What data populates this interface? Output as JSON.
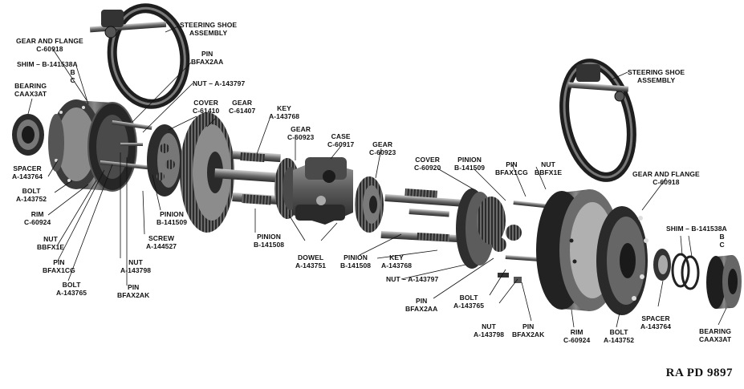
{
  "figure_ref": "RA PD 9897",
  "labels": [
    {
      "id": "steer-shoe-l",
      "lines": [
        "STEERING SHOE",
        "ASSEMBLY"
      ]
    },
    {
      "id": "gear-flange-l",
      "lines": [
        "GEAR AND FLANGE",
        "C-60918"
      ]
    },
    {
      "id": "shim-l",
      "lines": [
        "SHIM – B-141538A",
        "B",
        "C"
      ]
    },
    {
      "id": "bearing-l",
      "lines": [
        "BEARING",
        "CAAX3AT"
      ]
    },
    {
      "id": "pin-bfax2aa-l",
      "lines": [
        "PIN",
        "BFAX2AA"
      ]
    },
    {
      "id": "nut-143797-l",
      "lines": [
        "NUT – A-143797"
      ]
    },
    {
      "id": "cover-61410",
      "lines": [
        "COVER",
        "C-61410"
      ]
    },
    {
      "id": "gear-61407",
      "lines": [
        "GEAR",
        "C-61407"
      ]
    },
    {
      "id": "key-l",
      "lines": [
        "KEY",
        "A-143768"
      ]
    },
    {
      "id": "gear-60923-a",
      "lines": [
        "GEAR",
        "C-60923"
      ]
    },
    {
      "id": "case",
      "lines": [
        "CASE",
        "C-60917"
      ]
    },
    {
      "id": "gear-60923-b",
      "lines": [
        "GEAR",
        "C-60923"
      ]
    },
    {
      "id": "spacer-l",
      "lines": [
        "SPACER",
        "A-143764"
      ]
    },
    {
      "id": "bolt-143752-l",
      "lines": [
        "BOLT",
        "A-143752"
      ]
    },
    {
      "id": "rim-l",
      "lines": [
        "RIM",
        "C-60924"
      ]
    },
    {
      "id": "nut-bbfx1e-l",
      "lines": [
        "NUT",
        "BBFX1E"
      ]
    },
    {
      "id": "pin-bfax1cg-l",
      "lines": [
        "PIN",
        "BFAX1CG"
      ]
    },
    {
      "id": "bolt-143765-l",
      "lines": [
        "BOLT",
        "A-143765"
      ]
    },
    {
      "id": "nut-143798-l",
      "lines": [
        "NUT",
        "A-143798"
      ]
    },
    {
      "id": "pin-bfax2ak-l",
      "lines": [
        "PIN",
        "BFAX2AK"
      ]
    },
    {
      "id": "pinion-141509-l",
      "lines": [
        "PINION",
        "B-141509"
      ]
    },
    {
      "id": "screw",
      "lines": [
        "SCREW",
        "A-144527"
      ]
    },
    {
      "id": "pinion-141508-a",
      "lines": [
        "PINION",
        "B-141508"
      ]
    },
    {
      "id": "dowel",
      "lines": [
        "DOWEL",
        "A-143751"
      ]
    },
    {
      "id": "pinion-141508-b",
      "lines": [
        "PINION",
        "B-141508"
      ]
    },
    {
      "id": "key-r",
      "lines": [
        "KEY",
        "A-143768"
      ]
    },
    {
      "id": "nut-143797-r",
      "lines": [
        "NUT – A-143797"
      ]
    },
    {
      "id": "cover-60920",
      "lines": [
        "COVER",
        "C-60920"
      ]
    },
    {
      "id": "pinion-141509-r",
      "lines": [
        "PINION",
        "B-141509"
      ]
    },
    {
      "id": "pin-bfax1cg-r",
      "lines": [
        "PIN",
        "BFAX1CG"
      ]
    },
    {
      "id": "nut-bbfx1e-r",
      "lines": [
        "NUT",
        "BBFX1E"
      ]
    },
    {
      "id": "steer-shoe-r",
      "lines": [
        "STEERING SHOE",
        "ASSEMBLY"
      ]
    },
    {
      "id": "gear-flange-r",
      "lines": [
        "GEAR AND FLANGE",
        "C-60918"
      ]
    },
    {
      "id": "shim-r",
      "lines": [
        "SHIM – B-141538A",
        "B",
        "C"
      ]
    },
    {
      "id": "pin-bfax2aa-r",
      "lines": [
        "PIN",
        "BFAX2AA"
      ]
    },
    {
      "id": "bolt-143765-r",
      "lines": [
        "BOLT",
        "A-143765"
      ]
    },
    {
      "id": "nut-143798-r",
      "lines": [
        "NUT",
        "A-143798"
      ]
    },
    {
      "id": "pin-bfax2ak-r",
      "lines": [
        "PIN",
        "BFAX2AK"
      ]
    },
    {
      "id": "rim-r",
      "lines": [
        "RIM",
        "C-60924"
      ]
    },
    {
      "id": "bolt-143752-r",
      "lines": [
        "BOLT",
        "A-143752"
      ]
    },
    {
      "id": "spacer-r",
      "lines": [
        "SPACER",
        "A-143764"
      ]
    },
    {
      "id": "bearing-r",
      "lines": [
        "BEARING",
        "CAAX3AT"
      ]
    }
  ]
}
